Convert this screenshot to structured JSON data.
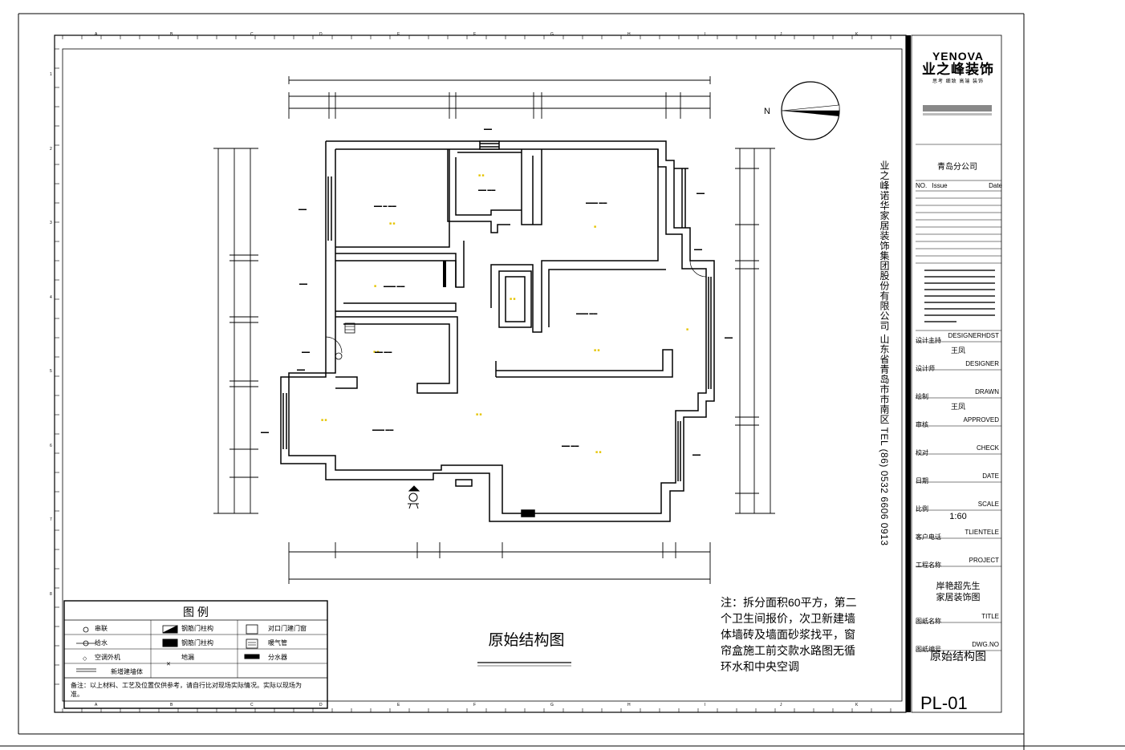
{
  "compass": {
    "north_label": "N"
  },
  "title_block": {
    "brand_name": "YENOVA",
    "brand_cn": "业之峰装饰",
    "brand_slogan": "思考 细致 高端 装饰",
    "branch": "青岛分公司",
    "issue_header": {
      "no": "NO.",
      "issue": "Issue",
      "date": "Date"
    },
    "company_vertical": "业之峰诺华家居装饰集团股份有限公司  山东省青岛市市南区  TEL  (86)  0532  6606  0913",
    "fields": [
      {
        "cn": "设计主持",
        "en": "DESIGNERHDST",
        "value": "王凤"
      },
      {
        "cn": "设计师",
        "en": "DESIGNER",
        "value": ""
      },
      {
        "cn": "绘制",
        "en": "DRAWN",
        "value": "王凤"
      },
      {
        "cn": "审核",
        "en": "APPROVED",
        "value": ""
      },
      {
        "cn": "校对",
        "en": "CHECK",
        "value": ""
      },
      {
        "cn": "日期",
        "en": "DATE",
        "value": ""
      },
      {
        "cn": "比例",
        "en": "SCALE",
        "value": "1:60"
      },
      {
        "cn": "客户电话",
        "en": "TLIENTELE",
        "value": ""
      },
      {
        "cn": "工程名称",
        "en": "PROJECT",
        "value": "岸艳超先生\n家居装饰图"
      },
      {
        "cn": "图纸名称",
        "en": "TITLE",
        "value": "原始结构图"
      },
      {
        "cn": "图纸编号",
        "en": "DWG.NO",
        "value": "PL-01"
      }
    ]
  },
  "drawing_title": "原始结构图",
  "note": "注：拆分面积60平方，第二个卫生间报价，次卫新建墙体墙砖及墙面砂浆找平，窗帘盒施工前交款水路图无循环水和中央空调",
  "legend": {
    "title": "图   例",
    "items": [
      [
        "串联",
        "钢筋门柱构",
        "对口门建门窗"
      ],
      [
        "给水",
        "钢筋门柱构",
        "暖气管"
      ],
      [
        "空调外机",
        "地漏",
        "分水器"
      ],
      [
        "新增建墙体",
        "",
        ""
      ]
    ],
    "footer": "备注：以上材料、工艺及位置仅供参考，请自行比对现场实际情况。实际以现场为准。"
  },
  "frame": {
    "col_labels": [
      "A",
      "B",
      "C",
      "D",
      "E",
      "F",
      "G",
      "H",
      "I",
      "J",
      "K"
    ],
    "row_labels": [
      "1",
      "2",
      "3",
      "4",
      "5",
      "6",
      "7",
      "8"
    ]
  }
}
